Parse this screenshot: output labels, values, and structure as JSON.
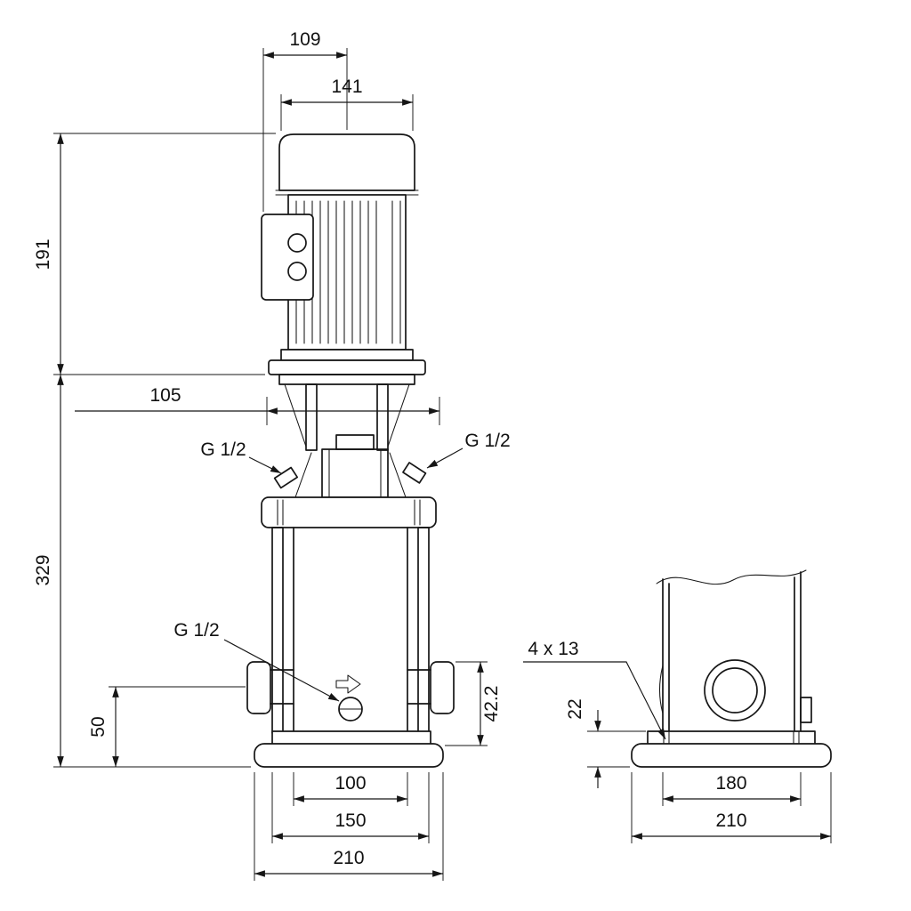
{
  "drawing_type": "pump-outline-dimensional-drawing",
  "line_color": "#161616",
  "front_view": {
    "dim_109": "109",
    "dim_141": "141",
    "dim_191": "191",
    "dim_105": "105",
    "dim_329": "329",
    "dim_50": "50",
    "dim_42_2": "42.2",
    "dim_100": "100",
    "dim_150": "150",
    "dim_210": "210",
    "plug_top_left": "G 1/2",
    "plug_top_right": "G 1/2",
    "plug_drain": "G 1/2"
  },
  "side_view": {
    "bolt_holes": "4 x 13",
    "dim_22": "22",
    "dim_180": "180",
    "dim_210": "210"
  }
}
